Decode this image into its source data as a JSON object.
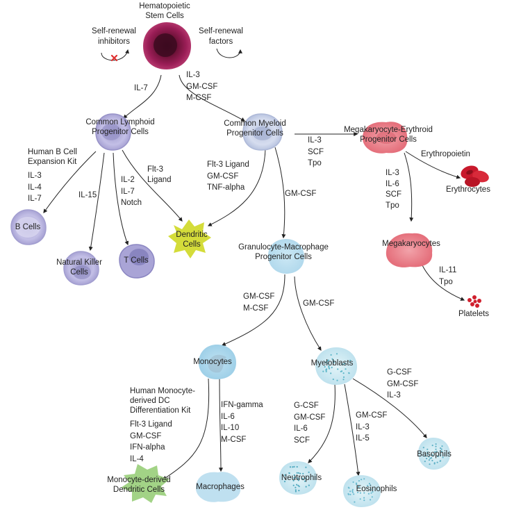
{
  "cells": {
    "hsc": "Hematopoietic\nStem Cells",
    "clp": "Common Lymphoid\nProgenitor Cells",
    "cmp": "Common Myeloid\nProgenitor Cells",
    "mep": "Megakaryocyte-Erythroid\nProgenitor Cells",
    "b_cells": "B Cells",
    "nk_cells": "Natural Killer\nCells",
    "t_cells": "T Cells",
    "dendritic": "Dendritic\nCells",
    "gmp": "Granulocyte-Macrophage\nProgenitor Cells",
    "erythrocytes": "Erythrocytes",
    "megakaryocytes": "Megakaryocytes",
    "platelets": "Platelets",
    "monocytes": "Monocytes",
    "myeloblasts": "Myeloblasts",
    "mo_dc": "Monocyte-derived\nDendritic Cells",
    "macrophages": "Macrophages",
    "neutrophils": "Neutrophils",
    "eosinophils": "Eosinophils",
    "basophils": "Basophils"
  },
  "labels": {
    "self_renewal_inhibitors": "Self-renewal\ninhibitors",
    "self_renewal_factors": "Self-renewal\nfactors",
    "hsc_to_clp": "IL-7",
    "hsc_to_cmp": "IL-3\nGM-CSF\nM-CSF",
    "b_cell_kit": "Human B Cell\nExpansion Kit",
    "clp_to_b": "IL-3\nIL-4\nIL-7",
    "clp_to_nk": "IL-15",
    "clp_to_t": "IL-2\nIL-7\nNotch",
    "clp_to_dc": "Flt-3\nLigand",
    "cmp_to_dc": "Flt-3 Ligand\nGM-CSF\nTNF-alpha",
    "cmp_to_gmp": "GM-CSF",
    "cmp_to_mep": "IL-3\nSCF\nTpo",
    "mep_to_ery": "Erythropoietin",
    "mep_to_mk": "IL-3\nIL-6\nSCF\nTpo",
    "mk_to_plt": "IL-11\nTpo",
    "gmp_to_mono": "GM-CSF\nM-CSF",
    "gmp_to_myelo": "GM-CSF",
    "dc_kit": "Human Monocyte-\nderived DC\nDifferentiation Kit",
    "mono_to_modc": "Flt-3 Ligand\nGM-CSF\nIFN-alpha\nIL-4",
    "mono_to_mac": "IFN-gamma\nIL-6\nIL-10\nM-CSF",
    "myelo_to_neut": "G-CSF\nGM-CSF\nIL-6\nSCF",
    "myelo_to_eos": "GM-CSF\nIL-3\nIL-5",
    "myelo_to_baso": "G-CSF\nGM-CSF\nIL-3"
  },
  "colors": {
    "hsc": "#8e1a4f",
    "lymphoid": "#b7b3dd",
    "myeloid": "#c9d3ea",
    "gmp_line": "#c6e4f2",
    "mep": "#e88a94",
    "erythrocyte": "#d01f2f",
    "dendritic": "#d8e04a",
    "mo_dc": "#a5d48a",
    "granulocyte": "#cfeaf2",
    "inhibit_x": "#e03030"
  }
}
